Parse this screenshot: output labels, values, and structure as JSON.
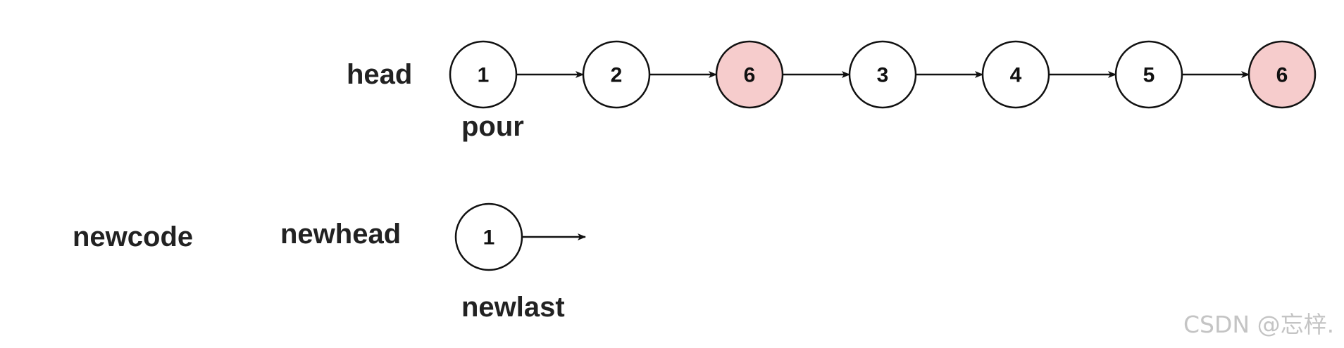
{
  "labels": {
    "head": "head",
    "pour": "pour",
    "newcode": "newcode",
    "newhead": "newhead",
    "newlast": "newlast"
  },
  "list_head": {
    "nodes": [
      {
        "value": "1",
        "highlighted": false
      },
      {
        "value": "2",
        "highlighted": false
      },
      {
        "value": "6",
        "highlighted": true
      },
      {
        "value": "3",
        "highlighted": false
      },
      {
        "value": "4",
        "highlighted": false
      },
      {
        "value": "5",
        "highlighted": false
      },
      {
        "value": "6",
        "highlighted": true
      }
    ]
  },
  "list_new": {
    "nodes": [
      {
        "value": "1",
        "highlighted": false
      }
    ],
    "trailing_arrow": true
  },
  "colors": {
    "node_fill": "#ffffff",
    "highlight_fill": "#f6cccc",
    "stroke": "#111111"
  },
  "watermark": "CSDN @忘梓."
}
